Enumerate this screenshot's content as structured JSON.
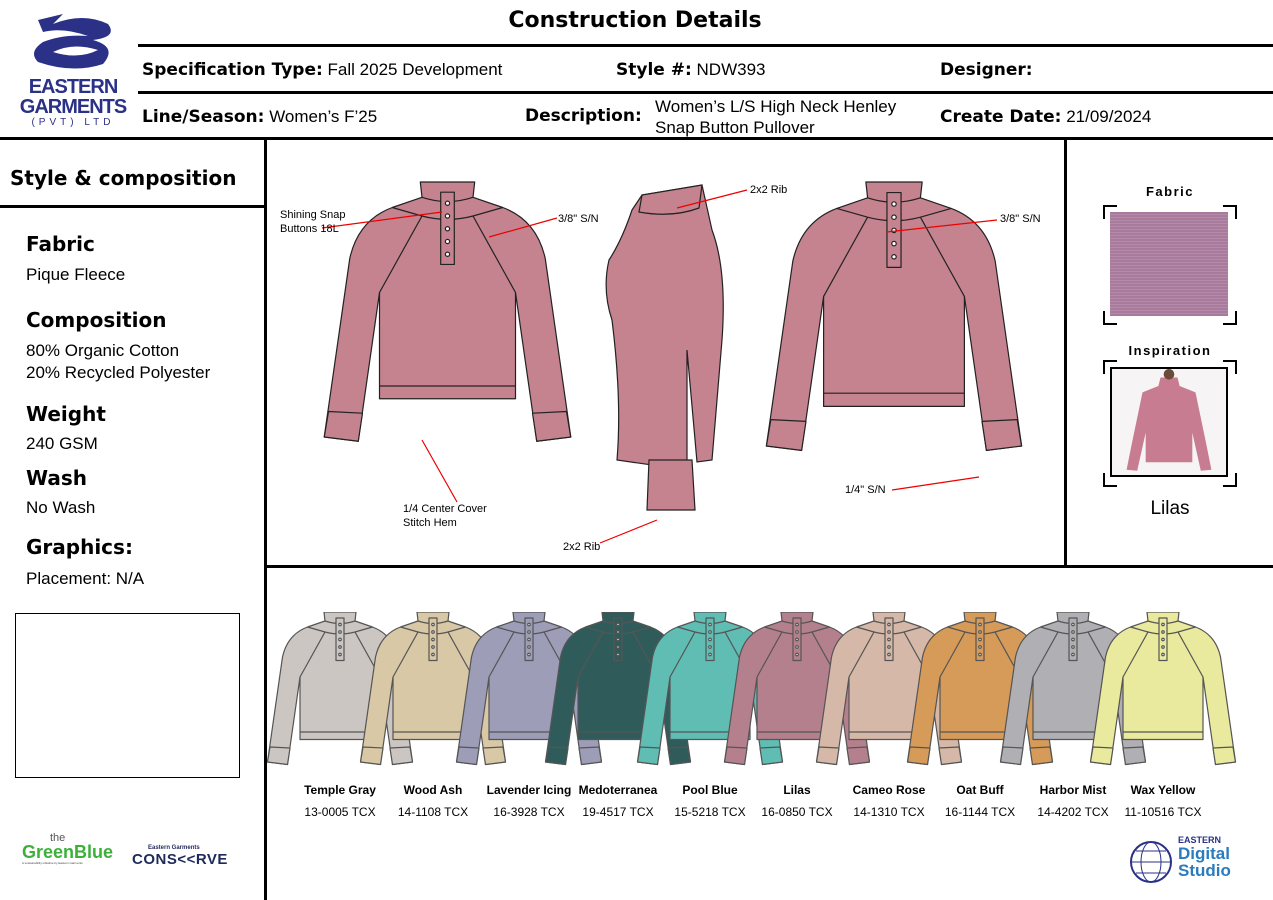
{
  "header": {
    "company": {
      "line1": "EASTERN",
      "line2": "GARMENTS",
      "line3": "(PVT) LTD"
    },
    "title": "Construction Details",
    "spec_type_label": "Specification Type:",
    "spec_type": "Fall 2025 Development",
    "style_label": "Style #:",
    "style": "NDW393",
    "designer_label": "Designer:",
    "designer": "",
    "line_season_label": "Line/Season:",
    "line_season": "Women’s  F’25",
    "description_label": "Description:",
    "description_1": "Women’s L/S High Neck Henley",
    "description_2": "Snap Button Pullover",
    "create_date_label": "Create Date:",
    "create_date": "21/09/2024"
  },
  "left": {
    "heading": "Style & composition",
    "fabric_h": "Fabric",
    "fabric": "Pique Fleece",
    "composition_h": "Composition",
    "composition_1": "80% Organic Cotton",
    "composition_2": "20% Recycled Polyester",
    "weight_h": "Weight",
    "weight": "240 GSM",
    "wash_h": "Wash",
    "wash": "No Wash",
    "graphics_h": "Graphics:",
    "placement": "Placement:  N/A",
    "logos": {
      "greenblue_the": "the",
      "greenblue": "GreenBlue",
      "greenblue_tag": "A sustainability initiative by Eastern Garments",
      "conserve_top": "Eastern Garments",
      "conserve": "CONS<<RVE"
    }
  },
  "flats": {
    "garment_color": "#c4838f",
    "annotations": {
      "snap": "Shining Snap\nButtons 18L",
      "sn_front": "3/8\" S/N",
      "rib_side": "2x2 Rib",
      "sn_back": "3/8\" S/N",
      "hem": "1/4 Center Cover\nStitch Hem",
      "rib_cuff": "2x2 Rib",
      "sn_cuff": "1/4\" S/N"
    }
  },
  "right": {
    "fabric_h": "Fabric",
    "fabric_color": "#a87a9c",
    "inspiration_h": "Inspiration",
    "color_name": "Lilas"
  },
  "colorways": [
    {
      "name": "Temple Gray",
      "code": "13-0005 TCX",
      "color": "#ccc6c3"
    },
    {
      "name": "Wood Ash",
      "code": "14-1108 TCX",
      "color": "#d8c8a6"
    },
    {
      "name": "Lavender Icing",
      "code": "16-3928 TCX",
      "color": "#9e9db8"
    },
    {
      "name": "Medoterranea",
      "code": "19-4517 TCX",
      "color": "#2f5c5a"
    },
    {
      "name": "Pool Blue",
      "code": "15-5218 TCX",
      "color": "#5fbdb3"
    },
    {
      "name": "Lilas",
      "code": "16-0850 TCX",
      "color": "#b5808d"
    },
    {
      "name": "Cameo Rose",
      "code": "14-1310 TCX",
      "color": "#d6b8a8"
    },
    {
      "name": "Oat Buff",
      "code": "16-1144 TCX",
      "color": "#d69b58"
    },
    {
      "name": "Harbor Mist",
      "code": "14-4202 TCX",
      "color": "#b0b0b4"
    },
    {
      "name": "Wax Yellow",
      "code": "11-10516 TCX",
      "color": "#eaea9e"
    }
  ],
  "footer": {
    "studio_1": "EASTERN",
    "studio_2": "Digital",
    "studio_3": "Studio"
  }
}
